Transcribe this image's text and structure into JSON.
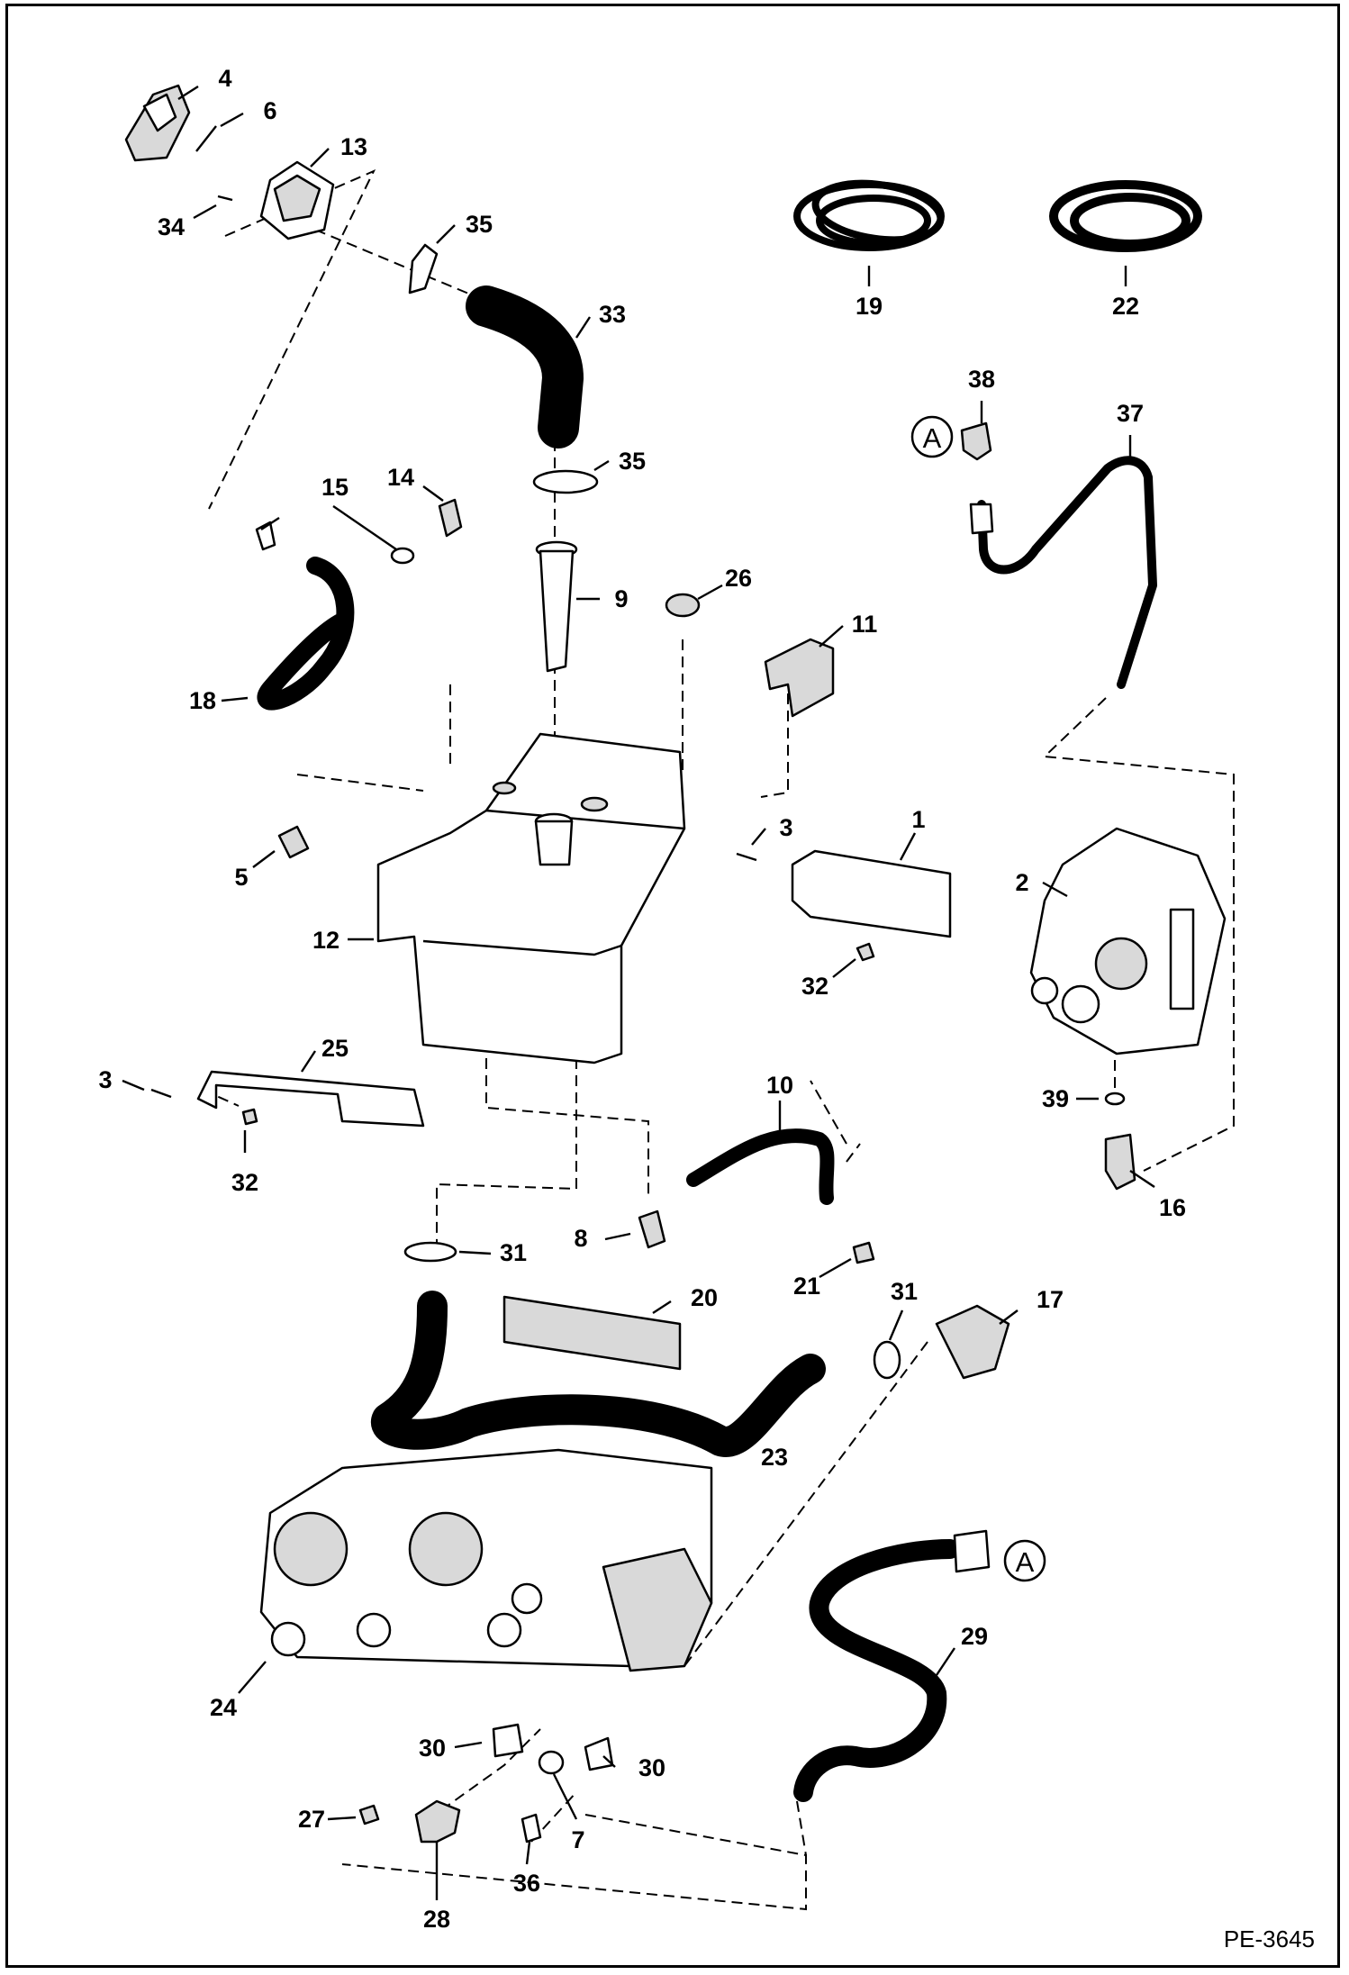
{
  "drawing": {
    "code": "PE-3645",
    "reference_marker": "A"
  },
  "callouts": [
    {
      "id": "4"
    },
    {
      "id": "6"
    },
    {
      "id": "13"
    },
    {
      "id": "34"
    },
    {
      "id": "35"
    },
    {
      "id": "33"
    },
    {
      "id": "19"
    },
    {
      "id": "22"
    },
    {
      "id": "38"
    },
    {
      "id": "37"
    },
    {
      "id": "35b",
      "text": "35"
    },
    {
      "id": "15"
    },
    {
      "id": "14"
    },
    {
      "id": "9"
    },
    {
      "id": "26"
    },
    {
      "id": "11"
    },
    {
      "id": "18"
    },
    {
      "id": "3"
    },
    {
      "id": "1"
    },
    {
      "id": "5"
    },
    {
      "id": "2"
    },
    {
      "id": "12"
    },
    {
      "id": "32"
    },
    {
      "id": "25"
    },
    {
      "id": "3b",
      "text": "3"
    },
    {
      "id": "32b",
      "text": "32"
    },
    {
      "id": "10"
    },
    {
      "id": "39"
    },
    {
      "id": "8"
    },
    {
      "id": "31"
    },
    {
      "id": "21"
    },
    {
      "id": "16"
    },
    {
      "id": "20"
    },
    {
      "id": "31b",
      "text": "31"
    },
    {
      "id": "17"
    },
    {
      "id": "23"
    },
    {
      "id": "29"
    },
    {
      "id": "24"
    },
    {
      "id": "30"
    },
    {
      "id": "30b",
      "text": "30"
    },
    {
      "id": "27"
    },
    {
      "id": "7"
    },
    {
      "id": "36"
    },
    {
      "id": "28"
    }
  ]
}
